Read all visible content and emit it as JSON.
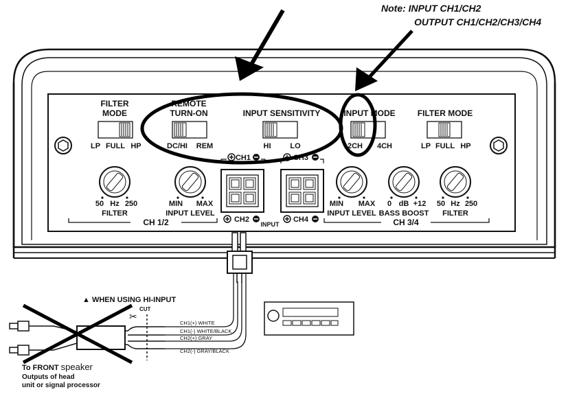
{
  "note": {
    "line1": "Note: INPUT CH1/CH2",
    "line2": "OUTPUT CH1/CH2/CH3/CH4"
  },
  "panel": {
    "left_filter_mode": {
      "title_line1": "FILTER",
      "title_line2": "MODE",
      "opt_lp": "LP",
      "opt_full": "FULL",
      "opt_hp": "HP"
    },
    "remote_turn_on": {
      "title_line1": "REMOTE",
      "title_line2": "TURN-ON",
      "opt_dchi": "DC/HI",
      "opt_rem": "REM"
    },
    "input_sensitivity": {
      "title": "INPUT SENSITIVITY",
      "opt_hi": "HI",
      "opt_lo": "LO"
    },
    "input_mode": {
      "title": "INPUT MODE",
      "opt_2ch": "2CH",
      "opt_4ch": "4CH"
    },
    "right_filter_mode": {
      "title": "FILTER MODE",
      "opt_lp": "LP",
      "opt_full": "FULL",
      "opt_hp": "HP"
    },
    "knob_filter_12": {
      "min": "50",
      "unit": "Hz",
      "max": "250",
      "name": "FILTER"
    },
    "knob_level_12": {
      "min": "MIN",
      "max": "MAX",
      "name": "INPUT LEVEL"
    },
    "knob_level_34": {
      "min": "MIN",
      "max": "MAX",
      "name": "INPUT LEVEL"
    },
    "knob_bass": {
      "min": "0",
      "unit": "dB",
      "max": "+12",
      "name": "BASS BOOST"
    },
    "knob_filter_34": {
      "min": "50",
      "unit": "Hz",
      "max": "250",
      "name": "FILTER"
    },
    "section_12": "CH 1/2",
    "section_34": "CH 3/4",
    "connectors": {
      "ch1": "CH1",
      "ch2": "CH2",
      "ch3": "CH3",
      "ch4": "CH4",
      "input": "INPUT",
      "plus": "+",
      "minus": "−"
    }
  },
  "wiring": {
    "hi_input_heading": "▲ WHEN USING HI-INPUT",
    "cut_label": "CUT",
    "wire1": "CH1(+) WHITE",
    "wire2": "CH1(-) WHITE/BLACK",
    "wire3": "CH2(+) GRAY",
    "wire4": "CH2(-) GRAY/BLACK",
    "front_speaker_prefix": "To FRONT",
    "front_speaker_word": "speaker",
    "outputs_line1": "Outputs of head",
    "outputs_line2": "unit or signal processor"
  }
}
